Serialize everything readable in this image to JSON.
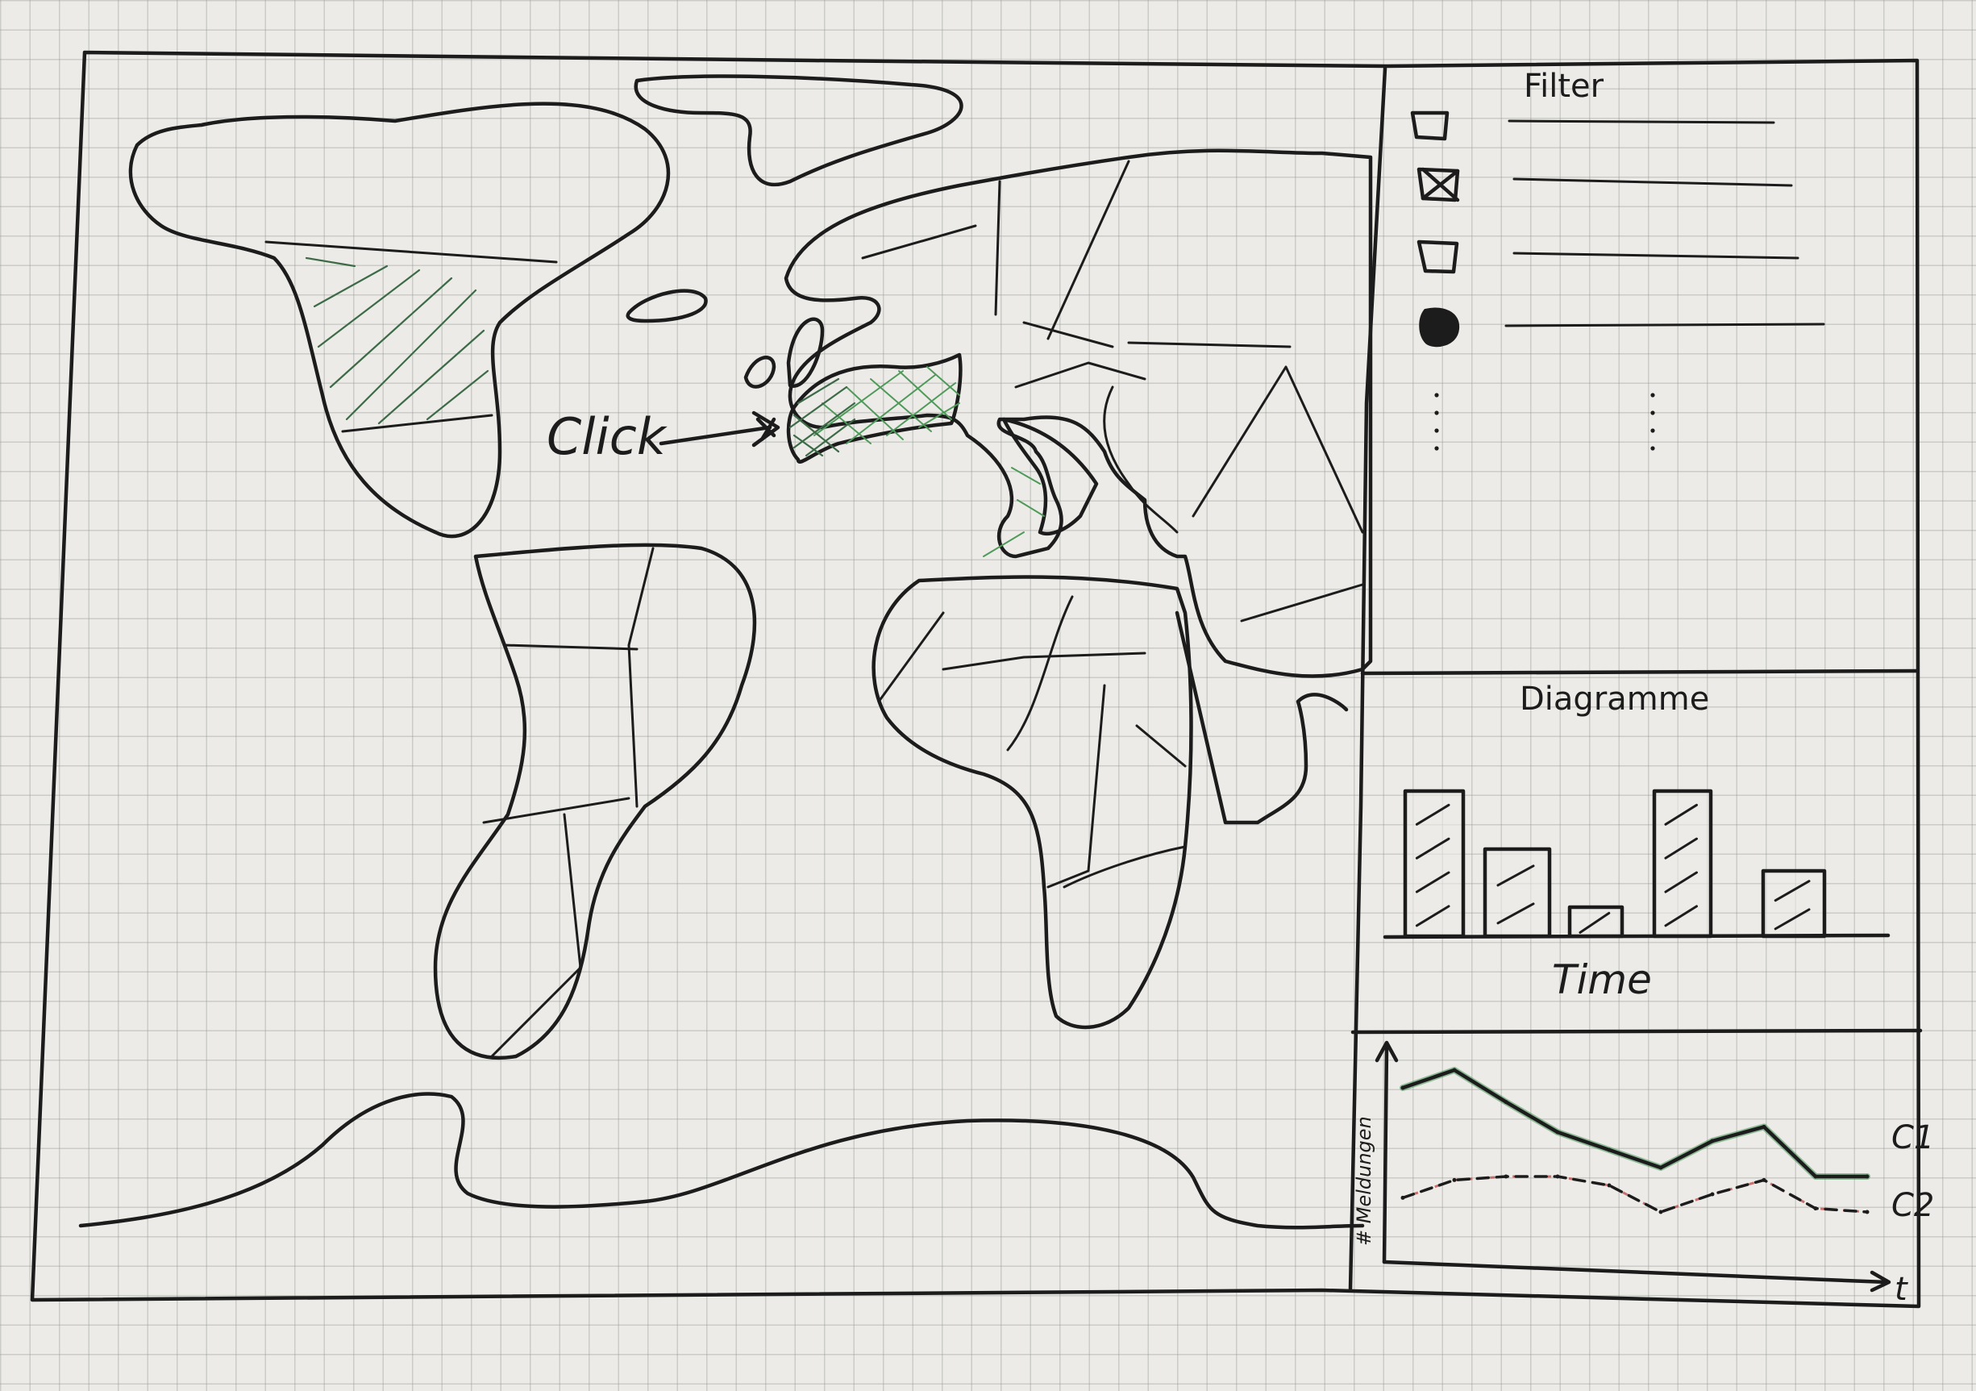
{
  "annotations": {
    "click_label": "Click"
  },
  "filter_panel": {
    "title": "Filter",
    "items": [
      {
        "state": "unchecked"
      },
      {
        "state": "crossed"
      },
      {
        "state": "unchecked"
      },
      {
        "state": "filled"
      }
    ]
  },
  "diagram_panel": {
    "title": "Diagramme",
    "xlabel": "Time"
  },
  "chart_data": [
    {
      "type": "bar",
      "xlabel": "Time",
      "values": [
        1.0,
        0.6,
        0.2,
        1.0,
        0.45
      ]
    },
    {
      "type": "line",
      "ylabel": "# Meldungen",
      "xlabel": "t",
      "x": [
        0,
        1,
        2,
        3,
        4,
        5,
        6,
        7,
        8,
        9
      ],
      "series": [
        {
          "name": "C1",
          "values": [
            0.8,
            0.9,
            0.72,
            0.55,
            0.45,
            0.35,
            0.5,
            0.58,
            0.3,
            0.3
          ]
        },
        {
          "name": "C2",
          "values": [
            0.18,
            0.28,
            0.3,
            0.3,
            0.25,
            0.1,
            0.2,
            0.28,
            0.12,
            0.1
          ]
        }
      ]
    }
  ],
  "colors": {
    "ink": "#1c1c1c",
    "highlight": "#3d8a4f",
    "c2_dash": "#c0504d",
    "paper": "#ecebe7"
  }
}
